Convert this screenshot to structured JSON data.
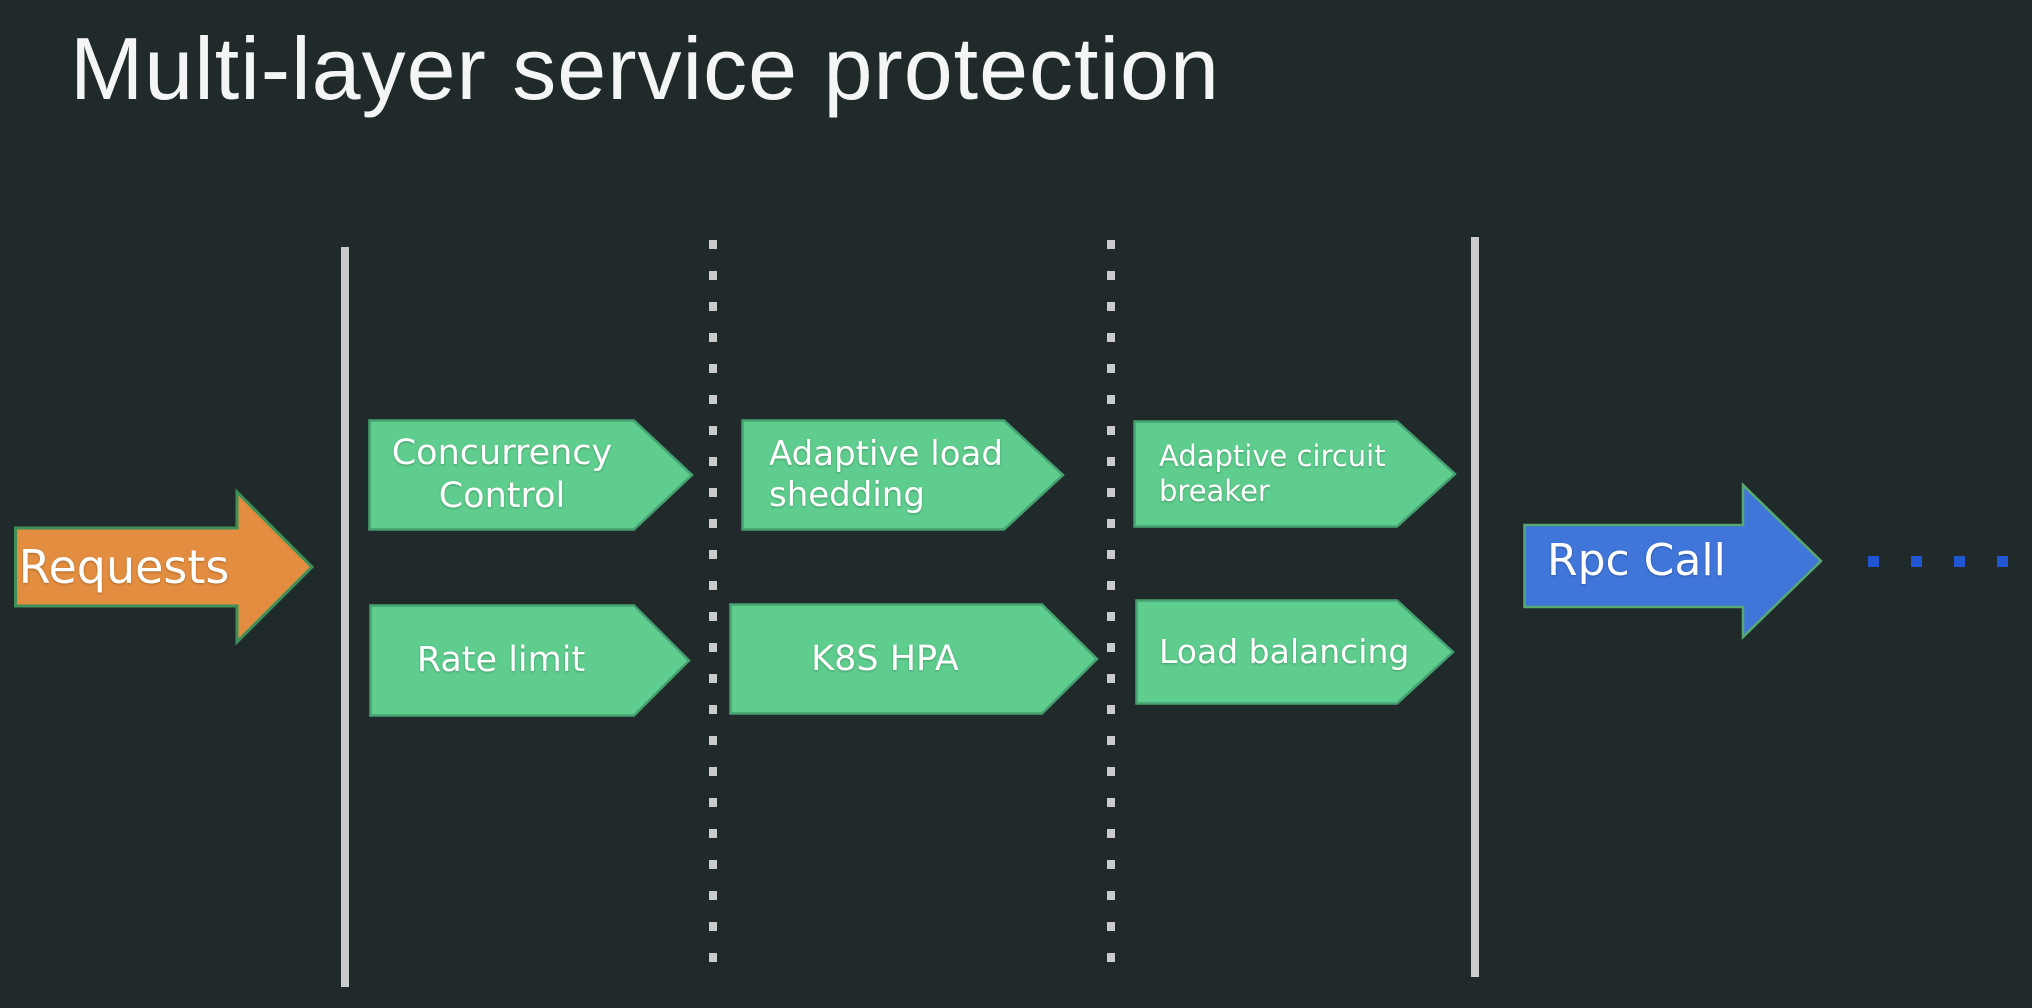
{
  "title": "Multi-layer service protection",
  "flow": {
    "input_arrow": {
      "label": "Requests"
    },
    "output_arrow": {
      "label": "Rpc Call"
    },
    "stages": [
      {
        "top": "Concurrency\nControl",
        "bottom": "Rate limit"
      },
      {
        "top": "Adaptive load\nshedding",
        "bottom": "K8S HPA"
      },
      {
        "top": "Adaptive circuit\nbreaker",
        "bottom": "Load balancing"
      }
    ]
  },
  "colors": {
    "bg": "#212a2a",
    "title": "#f4f6f5",
    "green": "#5ecd8d",
    "green-border": "#46a172",
    "orange": "#e28d3f",
    "orange-border": "#3f8f58",
    "blue": "#4076d9",
    "blue-border": "#57a871",
    "line": "#c9cccb",
    "dot-blue": "#2057d0",
    "label": "#ffffff"
  }
}
